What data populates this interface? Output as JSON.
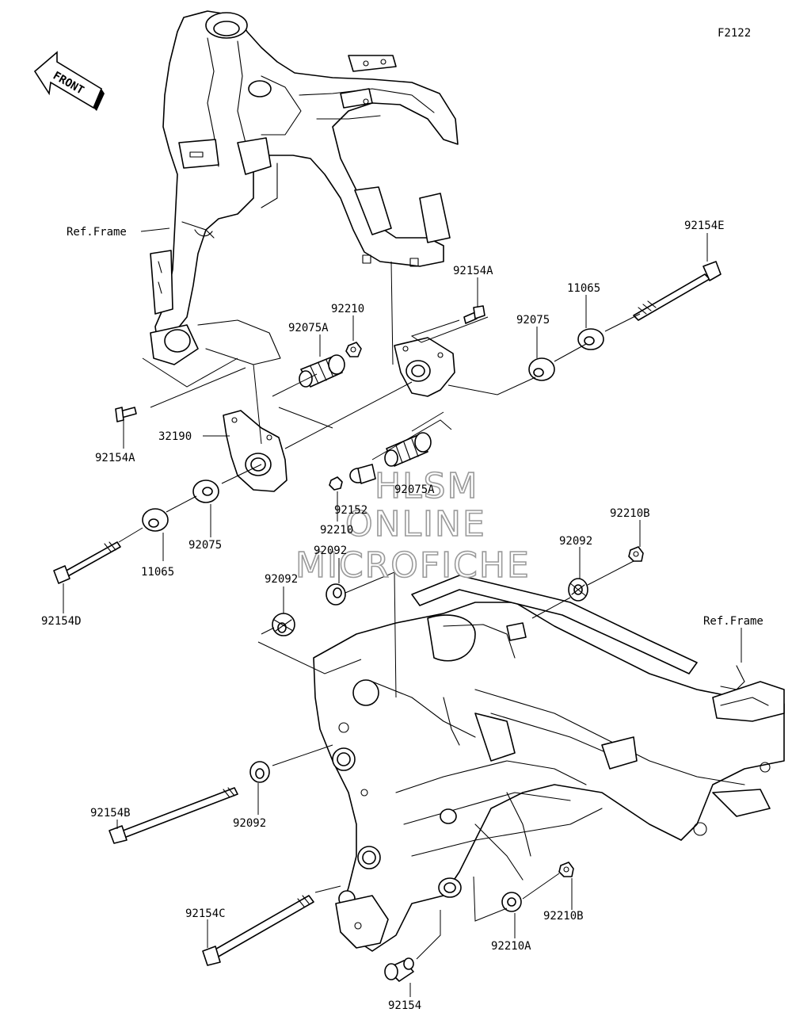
{
  "figure_code": "F2122",
  "front_label": "FRONT",
  "watermark": [
    "HLSM",
    "ONLINE",
    "MICROFICHE"
  ],
  "labels": {
    "ref_frame_top": "Ref.Frame",
    "ref_frame_right": "Ref.Frame",
    "p92154E": "92154E",
    "p92154A_top": "92154A",
    "p11065_top": "11065",
    "p92075_top": "92075",
    "p92210_top": "92210",
    "p92075A_top": "92075A",
    "p92154A_left": "92154A",
    "p32190": "32190",
    "p92075A_mid": "92075A",
    "p92152": "92152",
    "p92210_mid": "92210",
    "p92075_left": "92075",
    "p11065_left": "11065",
    "p92154D": "92154D",
    "p92210B_top": "92210B",
    "p92092_right": "92092",
    "p92092_center": "92092",
    "p92092_left": "92092",
    "p92092_lower": "92092",
    "p92154B": "92154B",
    "p92154C": "92154C",
    "p92210B_bottom": "92210B",
    "p92210A": "92210A",
    "p92154": "92154"
  }
}
